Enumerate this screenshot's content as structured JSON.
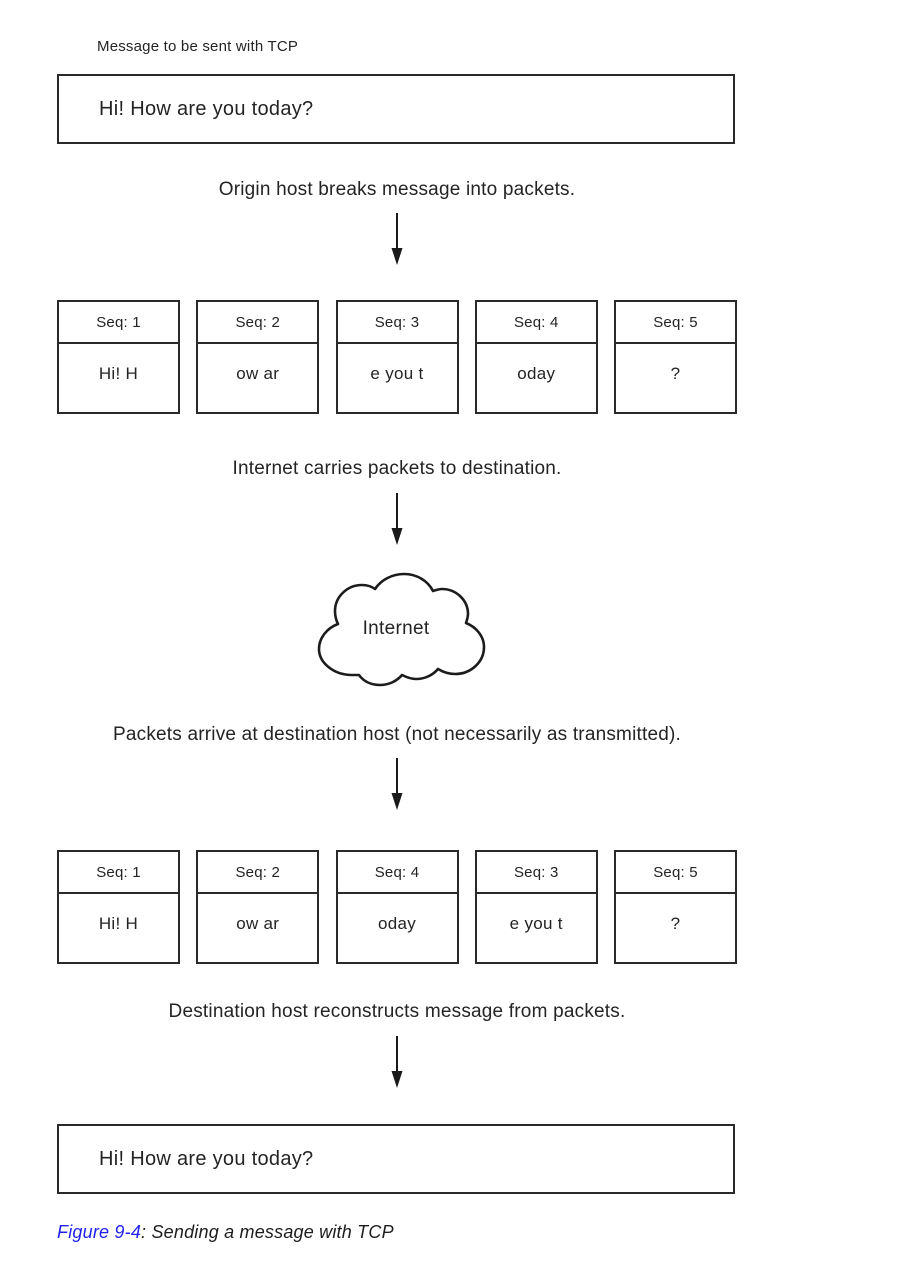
{
  "top_label": "Message to be sent with TCP",
  "message": {
    "original": "Hi! How are you today?",
    "final": "Hi! How are you today?"
  },
  "steps": {
    "s1": "Origin host breaks message into packets.",
    "s2": "Internet carries packets to destination.",
    "s3": "Packets arrive at destination host (not necessarily as transmitted).",
    "s4": "Destination host reconstructs message from packets."
  },
  "cloud": {
    "label": "Internet"
  },
  "packets_sent": [
    {
      "seq": "Seq: 1",
      "payload": "Hi! H"
    },
    {
      "seq": "Seq: 2",
      "payload": "ow ar"
    },
    {
      "seq": "Seq: 3",
      "payload": "e you t"
    },
    {
      "seq": "Seq: 4",
      "payload": "oday"
    },
    {
      "seq": "Seq: 5",
      "payload": "?"
    }
  ],
  "packets_received": [
    {
      "seq": "Seq: 1",
      "payload": "Hi! H"
    },
    {
      "seq": "Seq: 2",
      "payload": "ow ar"
    },
    {
      "seq": "Seq: 4",
      "payload": "oday"
    },
    {
      "seq": "Seq: 3",
      "payload": "e you t"
    },
    {
      "seq": "Seq: 5",
      "payload": "?"
    }
  ],
  "caption": {
    "figure_label": "Figure 9-4",
    "separator": ": ",
    "text": "Sending a message with TCP",
    "figure_color": "#2121ee"
  }
}
